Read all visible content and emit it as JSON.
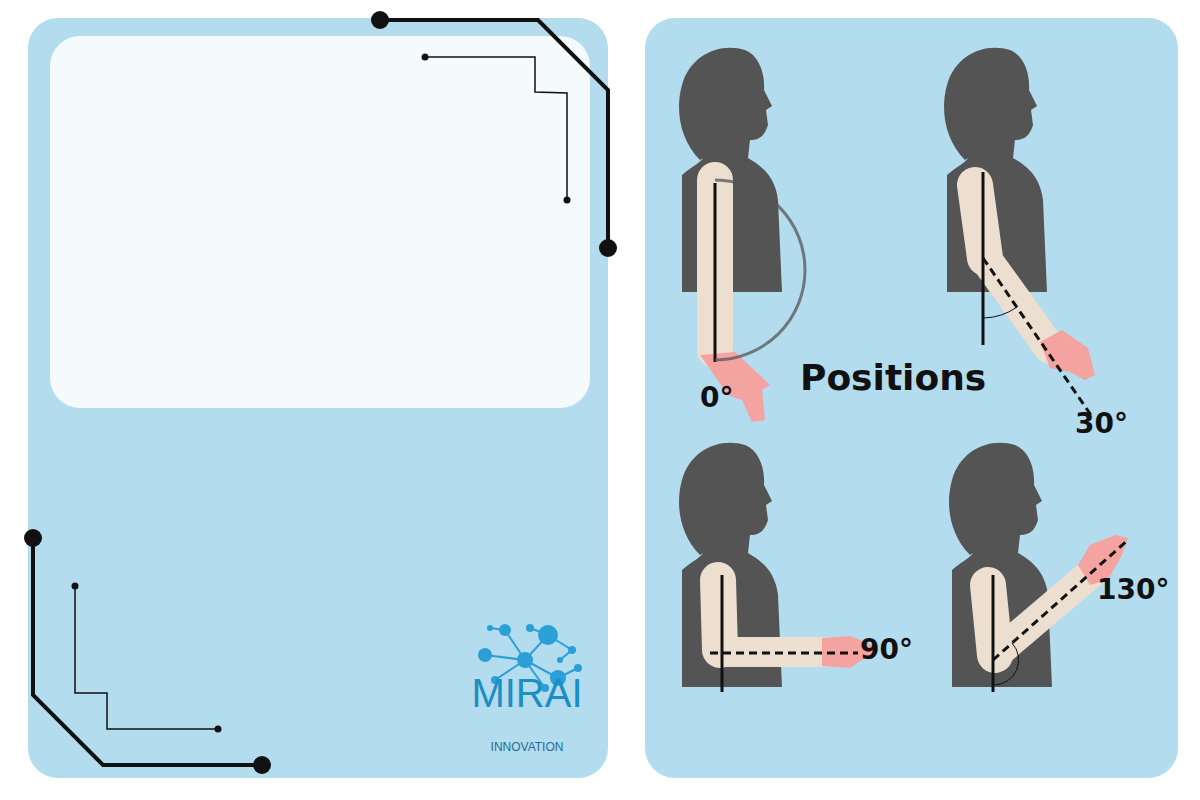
{
  "diagram": {
    "title": "Positions",
    "labels": [
      "0°",
      "30°",
      "90°",
      "130°",
      "MIRAI",
      "INNOVATION"
    ]
  }
}
